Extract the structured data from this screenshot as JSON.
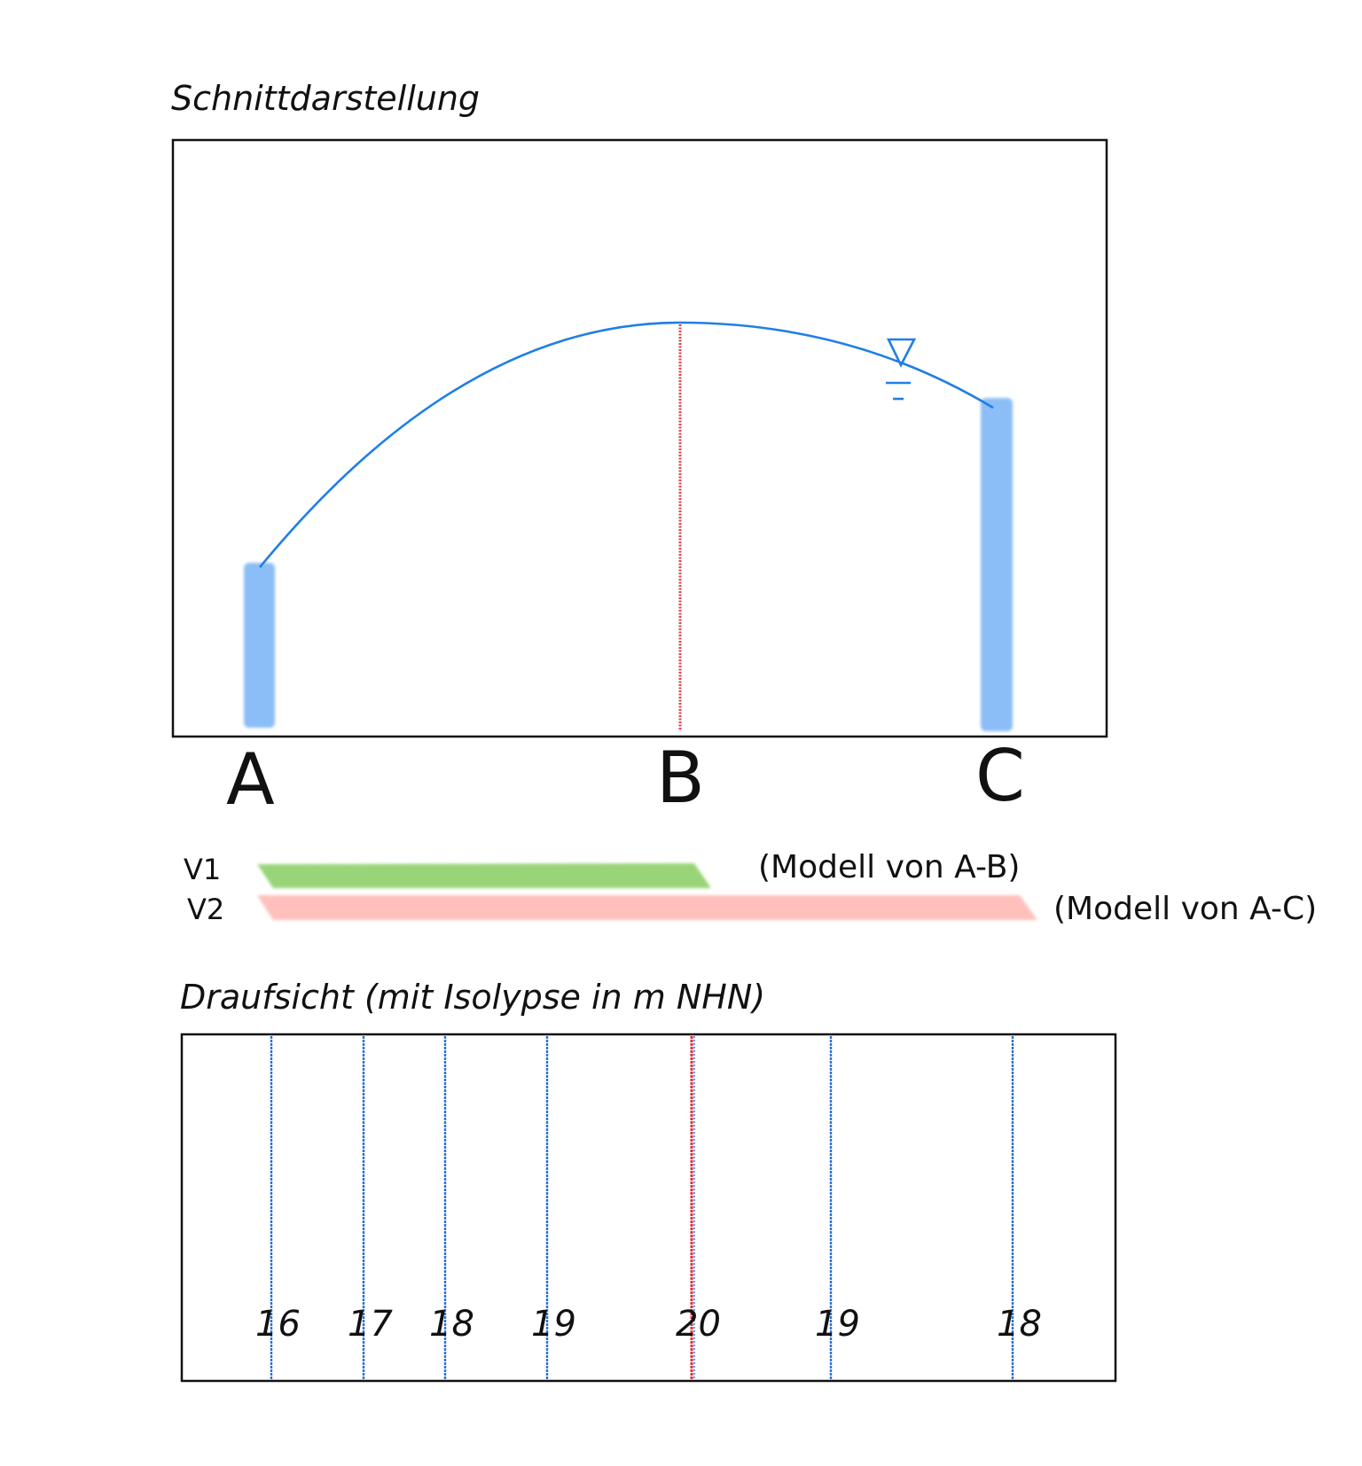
{
  "section_view": {
    "title": "Schnittdarstellung",
    "points": [
      {
        "label": "A"
      },
      {
        "label": "B"
      },
      {
        "label": "C"
      }
    ]
  },
  "variants": [
    {
      "label": "V1",
      "note": "(Modell von A-B)",
      "color": "#8fd16b"
    },
    {
      "label": "V2",
      "note": "(Modell von A-C)",
      "color": "#ffbdb8"
    }
  ],
  "plan_view": {
    "title": "Draufsicht (mit Isolypse in m NHN)",
    "isolines": [
      {
        "value": "16",
        "color": "#2b6fd6"
      },
      {
        "value": "17",
        "color": "#2b6fd6"
      },
      {
        "value": "18",
        "color": "#2b6fd6"
      },
      {
        "value": "19",
        "color": "#2b6fd6"
      },
      {
        "value": "20",
        "color": "#e0303a"
      },
      {
        "value": "19",
        "color": "#2b6fd6"
      },
      {
        "value": "18",
        "color": "#2b6fd6"
      }
    ]
  },
  "colors": {
    "water_table": "#1f7fe5",
    "wells": "#8bbdf7",
    "divide": "#e0303a",
    "frame": "#111111"
  },
  "icons": {
    "water_level": "water-level-triangle-icon"
  }
}
